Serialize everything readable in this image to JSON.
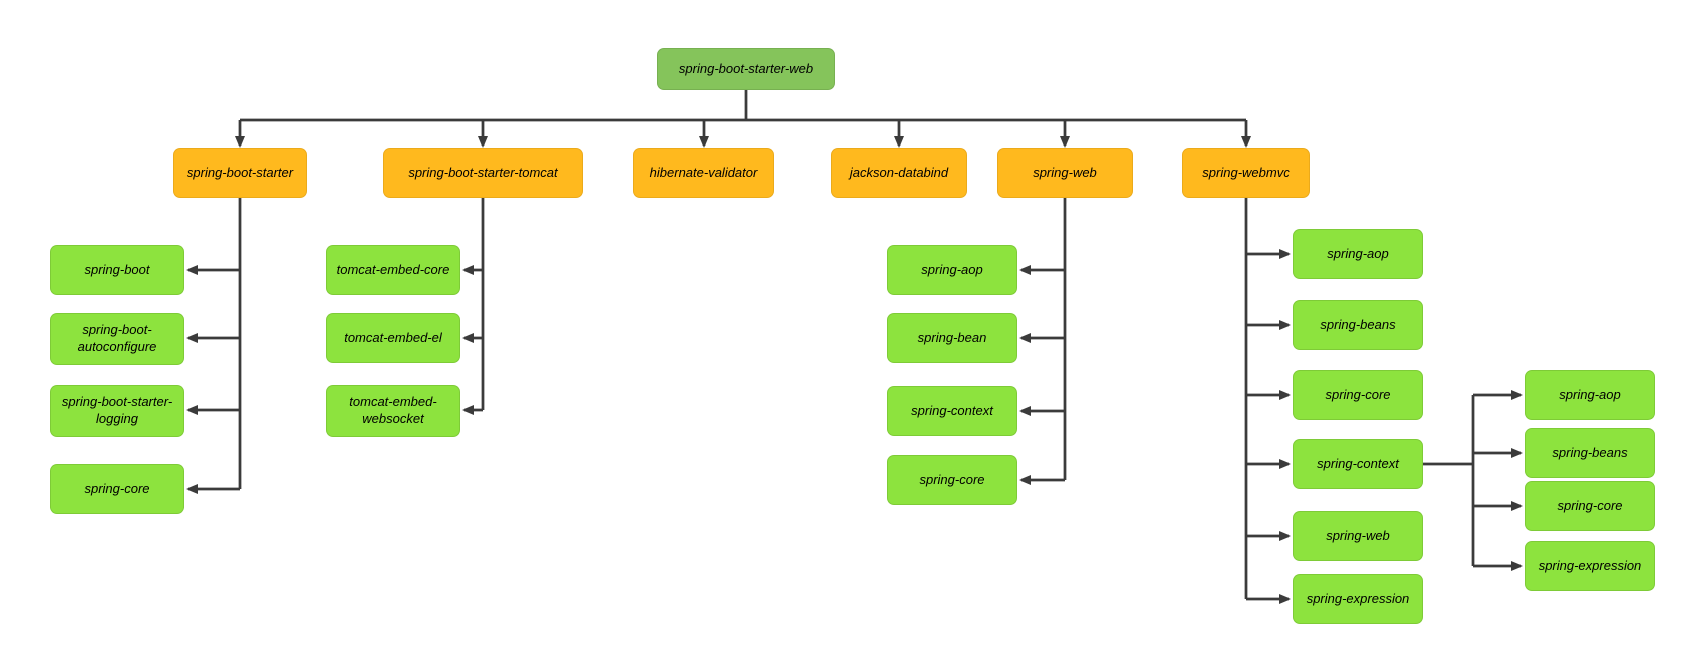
{
  "diagram": {
    "root": {
      "label": "spring-boot-starter-web"
    },
    "starters": [
      {
        "label": "spring-boot-starter",
        "children": [
          {
            "label": "spring-boot"
          },
          {
            "label": "spring-boot-\nautoconfigure"
          },
          {
            "label": "spring-boot-starter-\nlogging"
          },
          {
            "label": "spring-core"
          }
        ]
      },
      {
        "label": "spring-boot-starter-tomcat",
        "children": [
          {
            "label": "tomcat-embed-core"
          },
          {
            "label": "tomcat-embed-el"
          },
          {
            "label": "tomcat-embed-\nwebsocket"
          }
        ]
      },
      {
        "label": "hibernate-validator",
        "children": []
      },
      {
        "label": "jackson-databind",
        "children": []
      },
      {
        "label": "spring-web",
        "children": [
          {
            "label": "spring-aop"
          },
          {
            "label": "spring-bean"
          },
          {
            "label": "spring-context"
          },
          {
            "label": "spring-core"
          }
        ]
      },
      {
        "label": "spring-webmvc",
        "children": [
          {
            "label": "spring-aop"
          },
          {
            "label": "spring-beans"
          },
          {
            "label": "spring-core"
          },
          {
            "label": "spring-context"
          },
          {
            "label": "spring-web"
          },
          {
            "label": "spring-expression"
          }
        ]
      }
    ],
    "context_children": [
      {
        "label": "spring-aop"
      },
      {
        "label": "spring-beans"
      },
      {
        "label": "spring-core"
      },
      {
        "label": "spring-expression"
      }
    ]
  },
  "colors": {
    "root_fill": "#85c45b",
    "starter_fill": "#ffb91e",
    "dependency_fill": "#8de33e",
    "edge": "#3b3b3b"
  }
}
